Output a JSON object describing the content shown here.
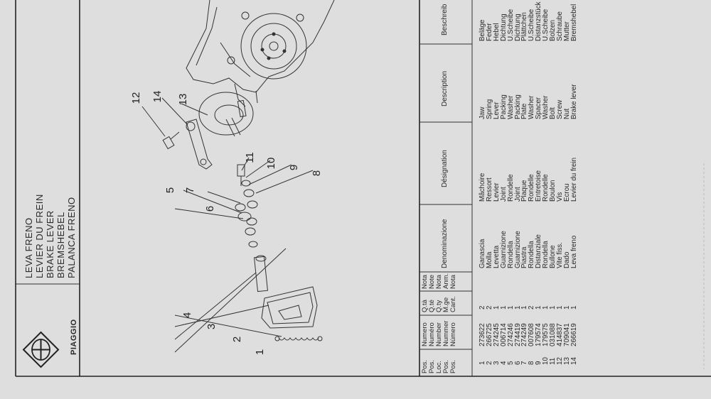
{
  "brand": "PIAGGIO",
  "titles": [
    "LEVA FRENO",
    "LEVIER DU FREIN",
    "BRAKE LEVER",
    "BREMSHEBEL",
    "PALANCA FRENO"
  ],
  "headers": {
    "pos": [
      "Pos.",
      "Pos.",
      "Loc.",
      "Pos.",
      "Pos."
    ],
    "numero": [
      "Numero",
      "Numéro",
      "Number",
      "Nummer",
      "Número"
    ],
    "qty": [
      "Q.tà",
      "Q.té",
      "Q.ty",
      "M.ge",
      "Cant."
    ],
    "nota": [
      "Nota",
      "Note",
      "Nota",
      "Anm.",
      "Nota"
    ],
    "denominazione": "Denominazione",
    "designation": "Désignation",
    "description": "Description",
    "beschreibung": "Beschreib"
  },
  "rows": [
    {
      "pos": "1",
      "num": "273622",
      "qty": "2",
      "it": "Ganascia",
      "fr": "Mâchoire",
      "en": "Jaw",
      "de": "Beläge"
    },
    {
      "pos": "2",
      "num": "266725",
      "qty": "2",
      "it": "Molla",
      "fr": "Ressort",
      "en": "Spring",
      "de": "Feder"
    },
    {
      "pos": "3",
      "num": "274245",
      "qty": "1",
      "it": "Levetta",
      "fr": "Levier",
      "en": "Lever",
      "de": "Hebel"
    },
    {
      "pos": "4",
      "num": "006714",
      "qty": "1",
      "it": "Guarnizione",
      "fr": "Joint",
      "en": "Packing",
      "de": "Dichtung"
    },
    {
      "pos": "5",
      "num": "274246",
      "qty": "1",
      "it": "Rondella",
      "fr": "Rondelle",
      "en": "Washer",
      "de": "U.Scheibe"
    },
    {
      "pos": "6",
      "num": "274419",
      "qty": "1",
      "it": "Guarnizione",
      "fr": "Joint",
      "en": "Packing",
      "de": "Dichtung"
    },
    {
      "pos": "7",
      "num": "274249",
      "qty": "1",
      "it": "Piastra",
      "fr": "Plaque",
      "en": "Plate",
      "de": "Plättchen"
    },
    {
      "pos": "8",
      "num": "007608",
      "qty": "2",
      "it": "Rondella",
      "fr": "Rondelle",
      "en": "Washer",
      "de": "U.Scheibe"
    },
    {
      "pos": "9",
      "num": "179574",
      "qty": "1",
      "it": "Distanziale",
      "fr": "Entretoise",
      "en": "Spacer",
      "de": "Distanzstück"
    },
    {
      "pos": "10",
      "num": "179575",
      "qty": "1",
      "it": "Rondella",
      "fr": "Rondelle",
      "en": "Washer",
      "de": "U.Scheibe"
    },
    {
      "pos": "11",
      "num": "031088",
      "qty": "1",
      "it": "Bullone",
      "fr": "Boulon",
      "en": "Bolt",
      "de": "Bolzen"
    },
    {
      "pos": "12",
      "num": "414837",
      "qty": "1",
      "it": "Vite fiss.",
      "fr": "Vis",
      "en": "Screw",
      "de": "Schraube"
    },
    {
      "pos": "13",
      "num": "709041",
      "qty": "1",
      "it": "Dado",
      "fr": "Ecrou",
      "en": "Nut",
      "de": "Mutter"
    },
    {
      "pos": "14",
      "num": "266619",
      "qty": "1",
      "it": "Leva freno",
      "fr": "Levier du frein",
      "en": "Brake lever",
      "de": "Bremshebel"
    }
  ],
  "callouts": [
    "1",
    "2",
    "3",
    "4",
    "5",
    "6",
    "7",
    "8",
    "9",
    "10",
    "11",
    "12",
    "13",
    "14"
  ]
}
